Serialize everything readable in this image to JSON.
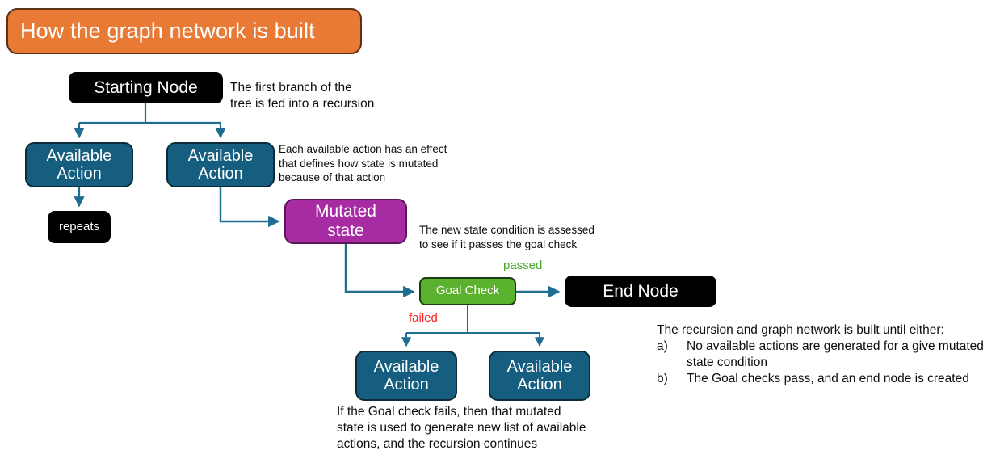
{
  "banner": {
    "title": "How the graph network is built",
    "bg": "#E87A35",
    "border": "#5B3218"
  },
  "palette": {
    "black": "#000000",
    "teal": "#165E7F",
    "magenta": "#A72BA2",
    "green": "#5BB22E",
    "connector": "#1F6E91",
    "passed": "#49A52C",
    "failed": "#FF1D1D",
    "text": "#0d0d0d"
  },
  "nodes": {
    "start": "Starting Node",
    "available_1": "Available\nAction",
    "available_2": "Available\nAction",
    "repeats": "repeats",
    "mutated": "Mutated\nstate",
    "goal_check": "Goal Check",
    "end": "End Node",
    "available_3": "Available\nAction",
    "available_4": "Available\nAction"
  },
  "edge_labels": {
    "passed": "passed",
    "failed": "failed"
  },
  "annotations": {
    "first_branch": "The first branch of the\ntree is fed into a recursion",
    "each_action": "Each available action has an effect\nthat defines how state is mutated\nbecause of that action",
    "new_state": "The new state condition is assessed\nto see if it passes the goal check",
    "goal_fails": "If the Goal check fails, then that mutated\nstate is used to generate new list of available\nactions, and the recursion continues"
  },
  "outcome_list": {
    "lead": "The recursion and graph network is built until either:",
    "items": [
      {
        "marker": "a)",
        "text": "No available actions are generated for a give mutated state condition"
      },
      {
        "marker": "b)",
        "text": "The Goal checks pass, and an end node is created"
      }
    ]
  }
}
